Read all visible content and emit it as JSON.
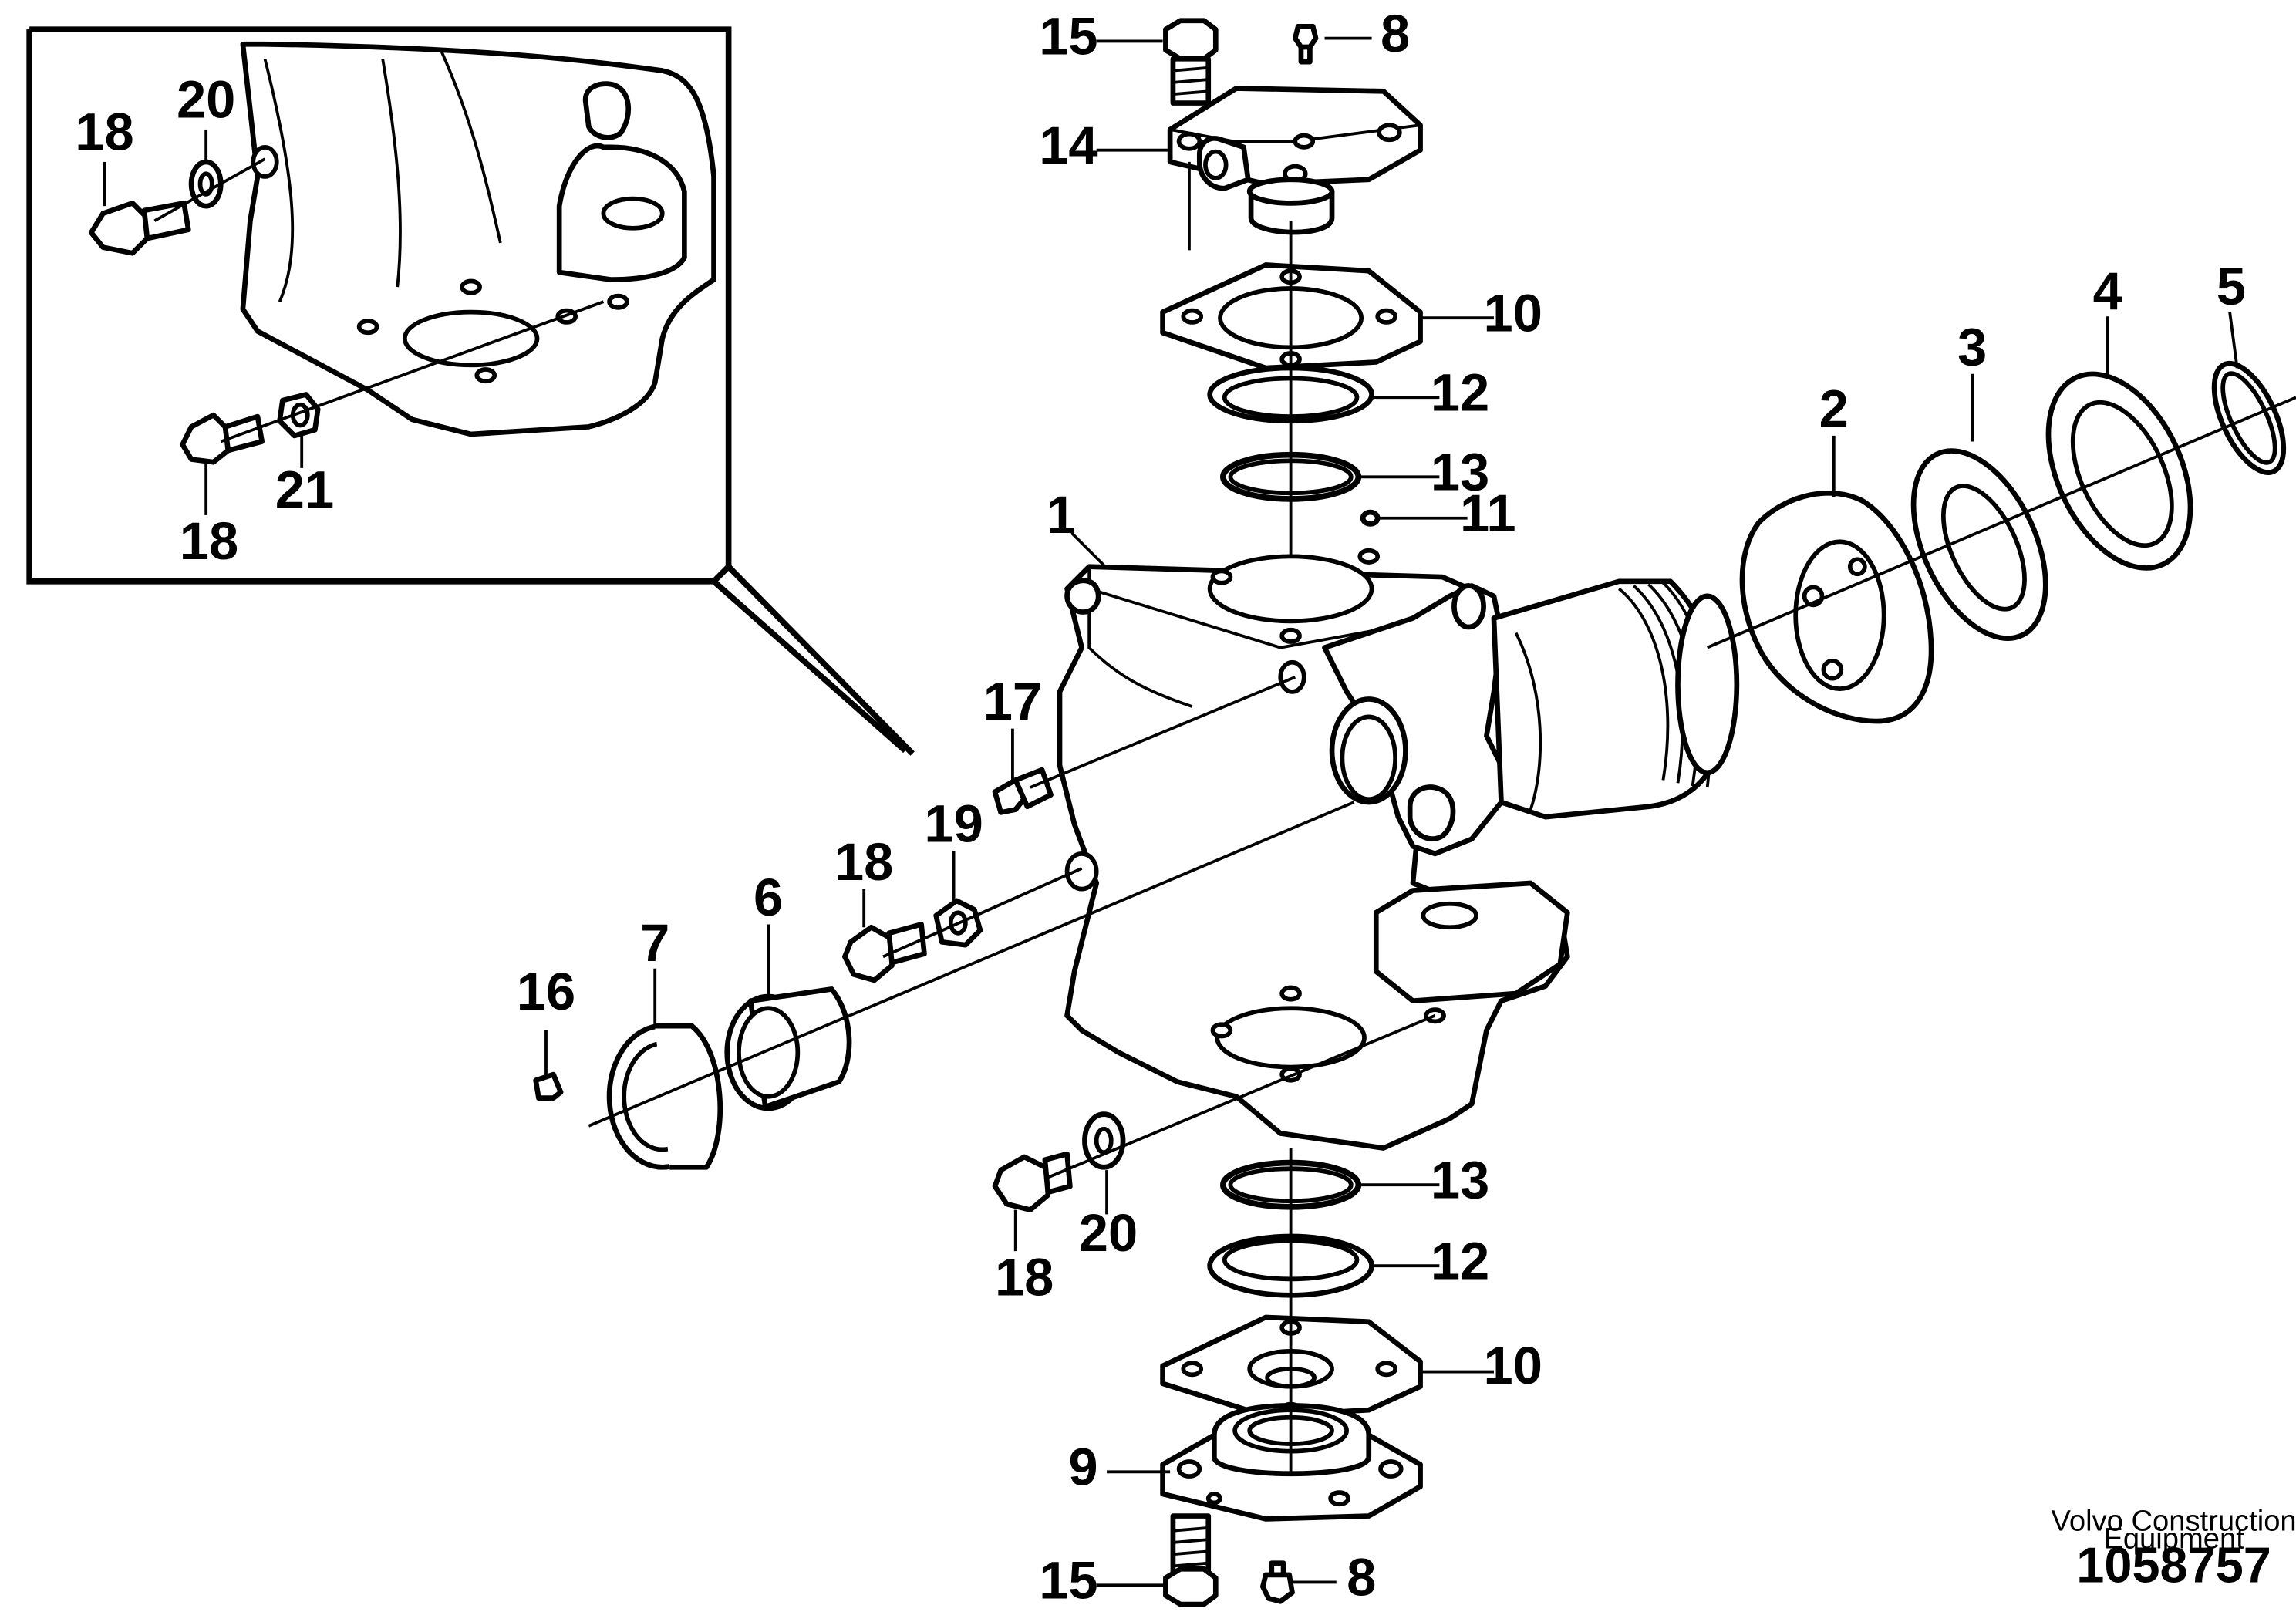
{
  "drawing": {
    "callouts": [
      {
        "id": "c15-top",
        "label": "15"
      },
      {
        "id": "c8-top",
        "label": "8"
      },
      {
        "id": "c14",
        "label": "14"
      },
      {
        "id": "c10-top",
        "label": "10"
      },
      {
        "id": "c12-top",
        "label": "12"
      },
      {
        "id": "c13-top",
        "label": "13"
      },
      {
        "id": "c11",
        "label": "11"
      },
      {
        "id": "c1",
        "label": "1"
      },
      {
        "id": "c2",
        "label": "2"
      },
      {
        "id": "c3",
        "label": "3"
      },
      {
        "id": "c4",
        "label": "4"
      },
      {
        "id": "c5",
        "label": "5"
      },
      {
        "id": "c17",
        "label": "17"
      },
      {
        "id": "c19",
        "label": "19"
      },
      {
        "id": "c18-mid",
        "label": "18"
      },
      {
        "id": "c6",
        "label": "6"
      },
      {
        "id": "c7",
        "label": "7"
      },
      {
        "id": "c16",
        "label": "16"
      },
      {
        "id": "c18-low",
        "label": "18"
      },
      {
        "id": "c20-low",
        "label": "20"
      },
      {
        "id": "c13-bot",
        "label": "13"
      },
      {
        "id": "c12-bot",
        "label": "12"
      },
      {
        "id": "c10-bot",
        "label": "10"
      },
      {
        "id": "c9",
        "label": "9"
      },
      {
        "id": "c15-bot",
        "label": "15"
      },
      {
        "id": "c8-bot",
        "label": "8"
      },
      {
        "id": "c18-inset-top",
        "label": "18"
      },
      {
        "id": "c20-inset",
        "label": "20"
      },
      {
        "id": "c21-inset",
        "label": "21"
      },
      {
        "id": "c18-inset-bot",
        "label": "18"
      }
    ],
    "footer": {
      "brand_line1": "Volvo Construction",
      "brand_line2": "Equipment",
      "doc_number": "1058757"
    }
  }
}
